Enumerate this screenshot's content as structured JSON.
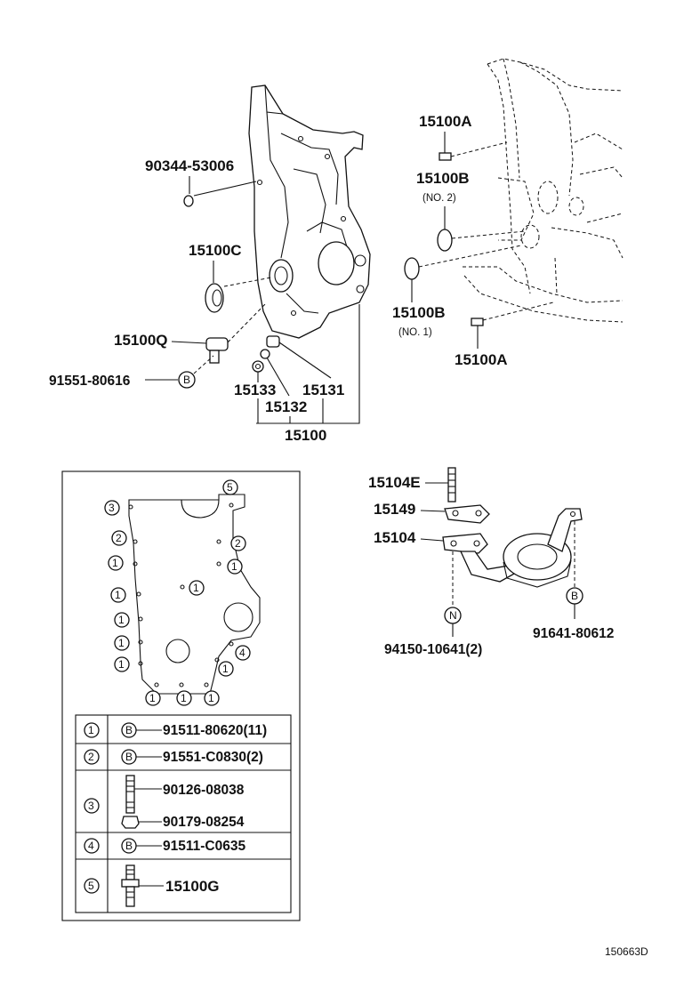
{
  "cover_parts": {
    "p1": "90344-53006",
    "p2": "15100C",
    "p3": "15100Q",
    "p4": "91551-80616",
    "p5": "15133",
    "p6": "15131",
    "p7": "15132",
    "p8": "15100"
  },
  "block_parts": {
    "p1": "15100A",
    "p2": "15100B",
    "p2_note": "(NO. 2)",
    "p3": "15100B",
    "p3_note": "(NO. 1)",
    "p4": "15100A"
  },
  "strainer_parts": {
    "p1": "15104E",
    "p2": "15149",
    "p3": "15104",
    "p4": "94150-10641(2)",
    "p5": "91641-80612"
  },
  "markers": {
    "B": "B",
    "N": "N"
  },
  "bolt_positions": {
    "n1": "1",
    "n2": "2",
    "n3": "3",
    "n4": "4",
    "n5": "5"
  },
  "bolt_table": {
    "rows": [
      {
        "num": "1",
        "entries": [
          {
            "marker": "B",
            "part": "91511-80620(11)"
          }
        ]
      },
      {
        "num": "2",
        "entries": [
          {
            "marker": "B",
            "part": "91551-C0830(2)"
          }
        ]
      },
      {
        "num": "3",
        "entries": [
          {
            "marker": "",
            "part": "90126-08038"
          },
          {
            "marker": "",
            "part": "90179-08254"
          }
        ]
      },
      {
        "num": "4",
        "entries": [
          {
            "marker": "B",
            "part": "91511-C0635"
          }
        ]
      },
      {
        "num": "5",
        "entries": [
          {
            "marker": "",
            "part": "15100G"
          }
        ]
      }
    ]
  },
  "diagram_code": "150663D"
}
